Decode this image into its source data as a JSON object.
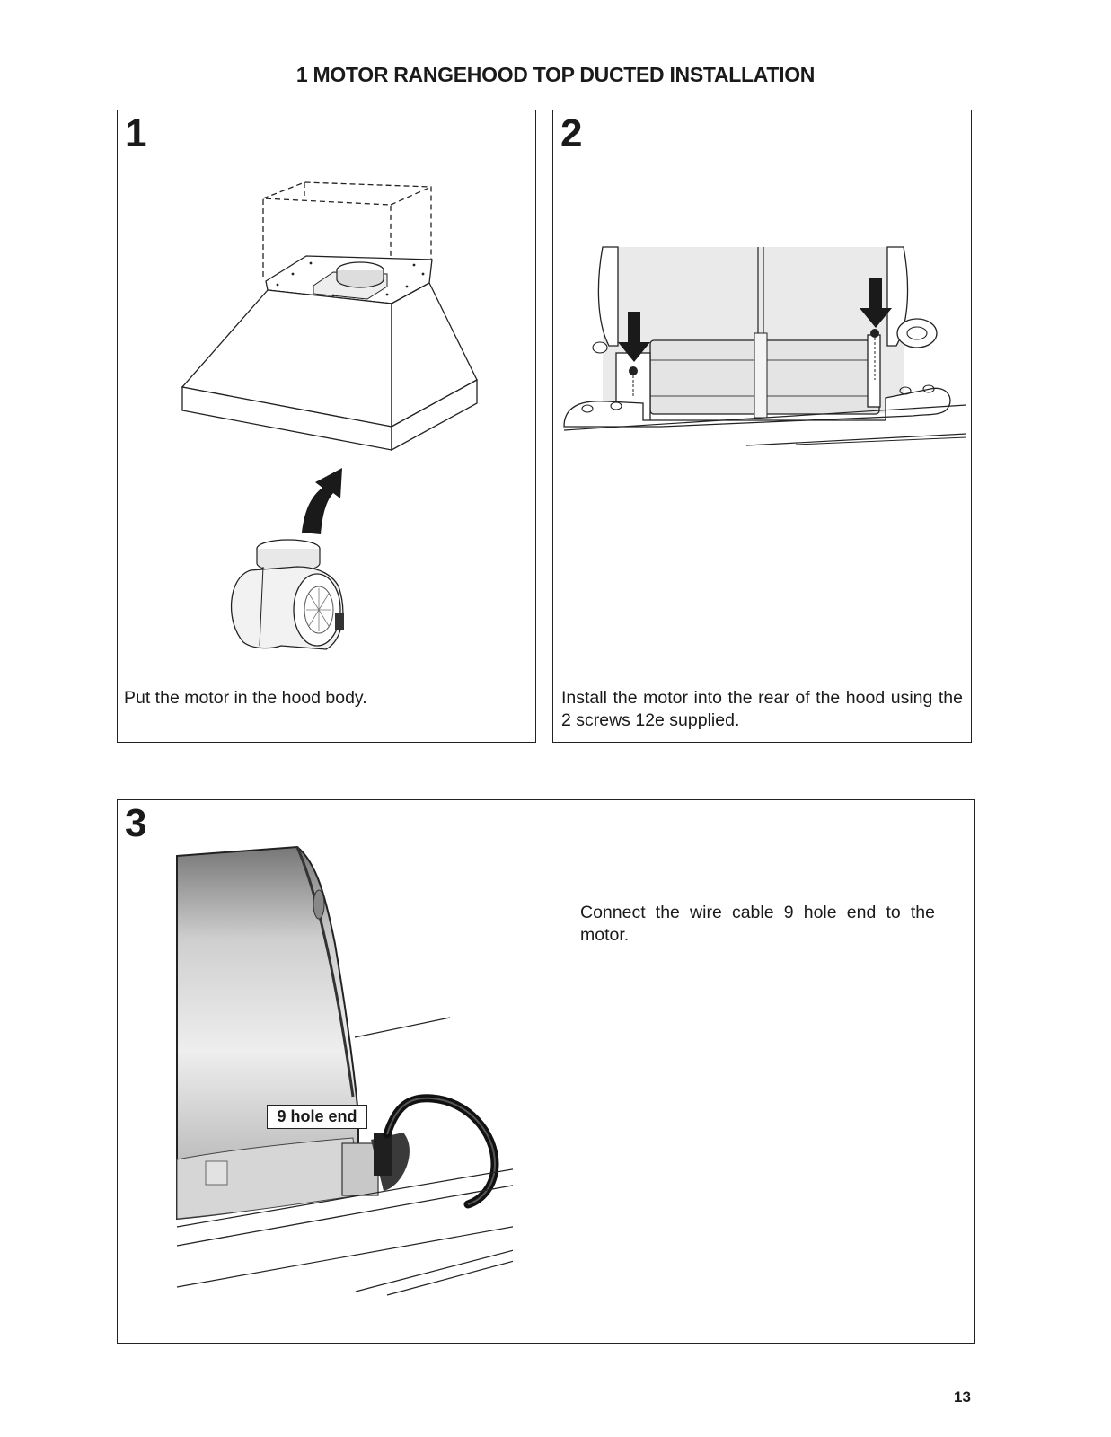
{
  "page": {
    "title": "1 MOTOR RANGEHOOD TOP DUCTED INSTALLATION",
    "page_number": "13"
  },
  "steps": [
    {
      "number": "1",
      "caption": "Put the motor in the hood body."
    },
    {
      "number": "2",
      "caption": "Install the motor into the rear of the hood using the 2 screws 12e supplied."
    },
    {
      "number": "3",
      "caption": "Connect the wire cable 9 hole end to the motor.",
      "callout": "9 hole end"
    }
  ]
}
